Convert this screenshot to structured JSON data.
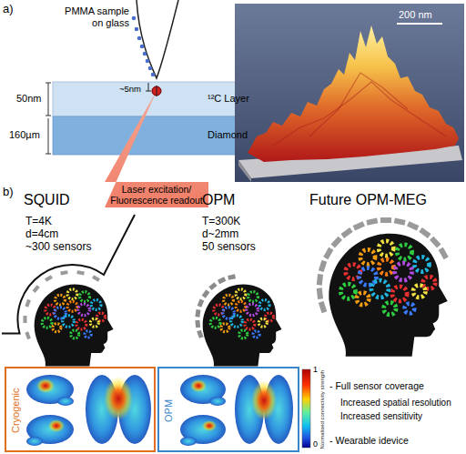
{
  "diagram": {
    "nodes": [
      {
        "text": [
          "¹²C Layer"
        ]
      },
      {
        "text": [
          "Diamond"
        ]
      },
      {
        "text": [
          "Laser excitation/ Fluorescence readout"
        ]
      },
      {
        "text": [
          "200 nm"
        ]
      },
      {
        "text": [
          "Cryogenic"
        ]
      },
      {
        "text": [
          "OPM"
        ]
      }
    ],
    "labels": [
      "a)",
      "PMMA sample on glass",
      "50nm",
      "160µm",
      "~5nm",
      "b)",
      "SQUID",
      "T=4K",
      "d=4cm",
      "~300 sensors",
      "OPM",
      "T=300K",
      "d~2mm",
      "50 sensors",
      "Future OPM-MEG",
      "1",
      "Normalised connectivity strength",
      "0",
      "- Full sensor coverage",
      "Increased spatial resolution",
      "Increased sensitivity",
      "- Wearable idevice"
    ]
  }
}
